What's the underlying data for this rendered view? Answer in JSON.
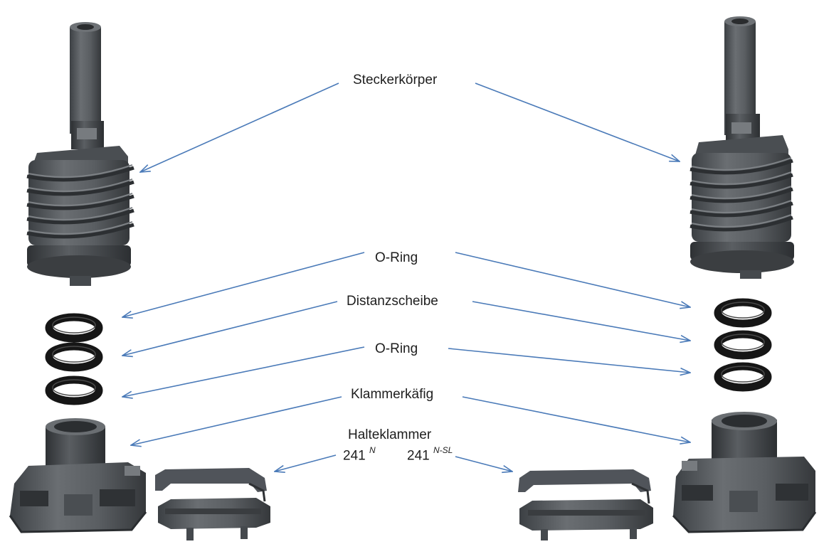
{
  "labels": {
    "connector_body": "Steckerkörper",
    "o_ring_top": "O-Ring",
    "spacer": "Distanzscheibe",
    "o_ring_bottom": "O-Ring",
    "clip_cage": "Klammerkäfig",
    "retaining_clip": "Halteklammer",
    "variant_left_number": "241",
    "variant_left_suffix": "N",
    "variant_right_number": "241",
    "variant_right_suffix": "N-SL"
  },
  "colors": {
    "arrow": "#4a7ab8",
    "part_body": "#55595d",
    "part_dark": "#3a3d40",
    "ring": "#161616",
    "text": "#1e1e1e"
  }
}
